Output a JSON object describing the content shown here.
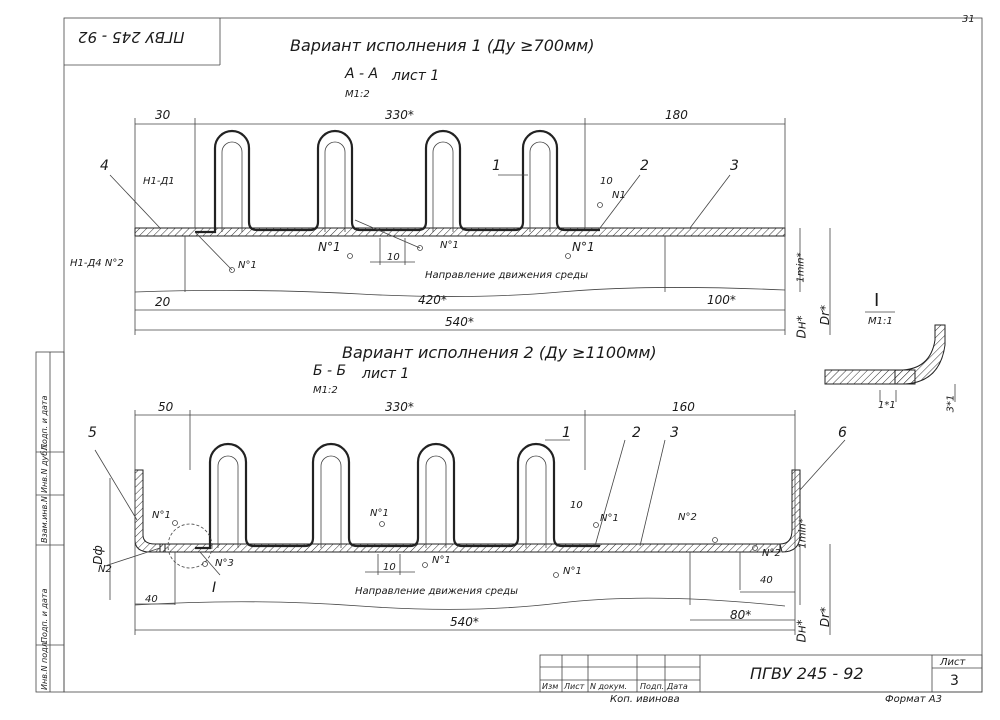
{
  "page_number_corner": "31",
  "stamp": "ПГВУ 245 - 92",
  "variant1": {
    "title": "Вариант исполнения 1 (Ду ≥700мм)",
    "section": "А - А",
    "sheet": "лист 1",
    "scale": "М1:2",
    "dims": {
      "d30": "30",
      "d330": "330*",
      "d180": "180",
      "d20": "20",
      "d420": "420*",
      "d100": "100*",
      "d540": "540*",
      "d10": "10",
      "d10b": "10"
    },
    "positions": {
      "p1": "1",
      "p2": "2",
      "p3": "3",
      "p4": "4"
    },
    "welds": {
      "w_top": "Н1-Д1",
      "w_left": "Н1-Д4 N°2",
      "n1a": "N°1",
      "n1b": "N°1",
      "n1c": "N°1",
      "n1d": "N°1",
      "n1e": "N1"
    },
    "flow": "Направление движения среды",
    "right_dims": {
      "dn": "Dн*",
      "dr": "Dr*",
      "smin": "1min*"
    }
  },
  "detail_i": {
    "label": "I",
    "scale": "М1:1",
    "d1": "1*1",
    "d3": "3*1"
  },
  "variant2": {
    "title": "Вариант исполнения 2 (Ду ≥1100мм)",
    "section": "Б - Б",
    "sheet": "лист 1",
    "scale": "М1:2",
    "dims": {
      "d50": "50",
      "d330": "330*",
      "d160": "160",
      "d40a": "40",
      "d10": "10",
      "d40b": "40",
      "d80": "80*",
      "d540": "540*"
    },
    "positions": {
      "p1": "1",
      "p2": "2",
      "p3": "3",
      "p5": "5",
      "p6": "6"
    },
    "welds": {
      "n1a": "N°1",
      "n1b": "N°1",
      "n1c": "N°1",
      "n1d": "N°1",
      "n1e": "N°1",
      "n2a": "N°2",
      "n2b": "N°2",
      "n2c": "N2",
      "n3": "N°3",
      "i": "I"
    },
    "flow": "Направление движения среды",
    "left_dim": "Dф",
    "right_dims": {
      "dn": "Dн*",
      "dr": "Dr*",
      "smin": "1min*"
    }
  },
  "side_stamp": [
    "Инв.N подл.",
    "Подп. и дата",
    "Взам.инв.N",
    "Инв.N дубл.",
    "Подп. и дата"
  ],
  "title_block": {
    "doc": "ПГВУ 245 - 92",
    "sheet_label": "Лист",
    "sheet_no": "3",
    "cols": [
      "Изм",
      "Лист",
      "N докум.",
      "Подп.",
      "Дата"
    ],
    "copied": "Коп. ивинова",
    "format": "Формат А3"
  }
}
